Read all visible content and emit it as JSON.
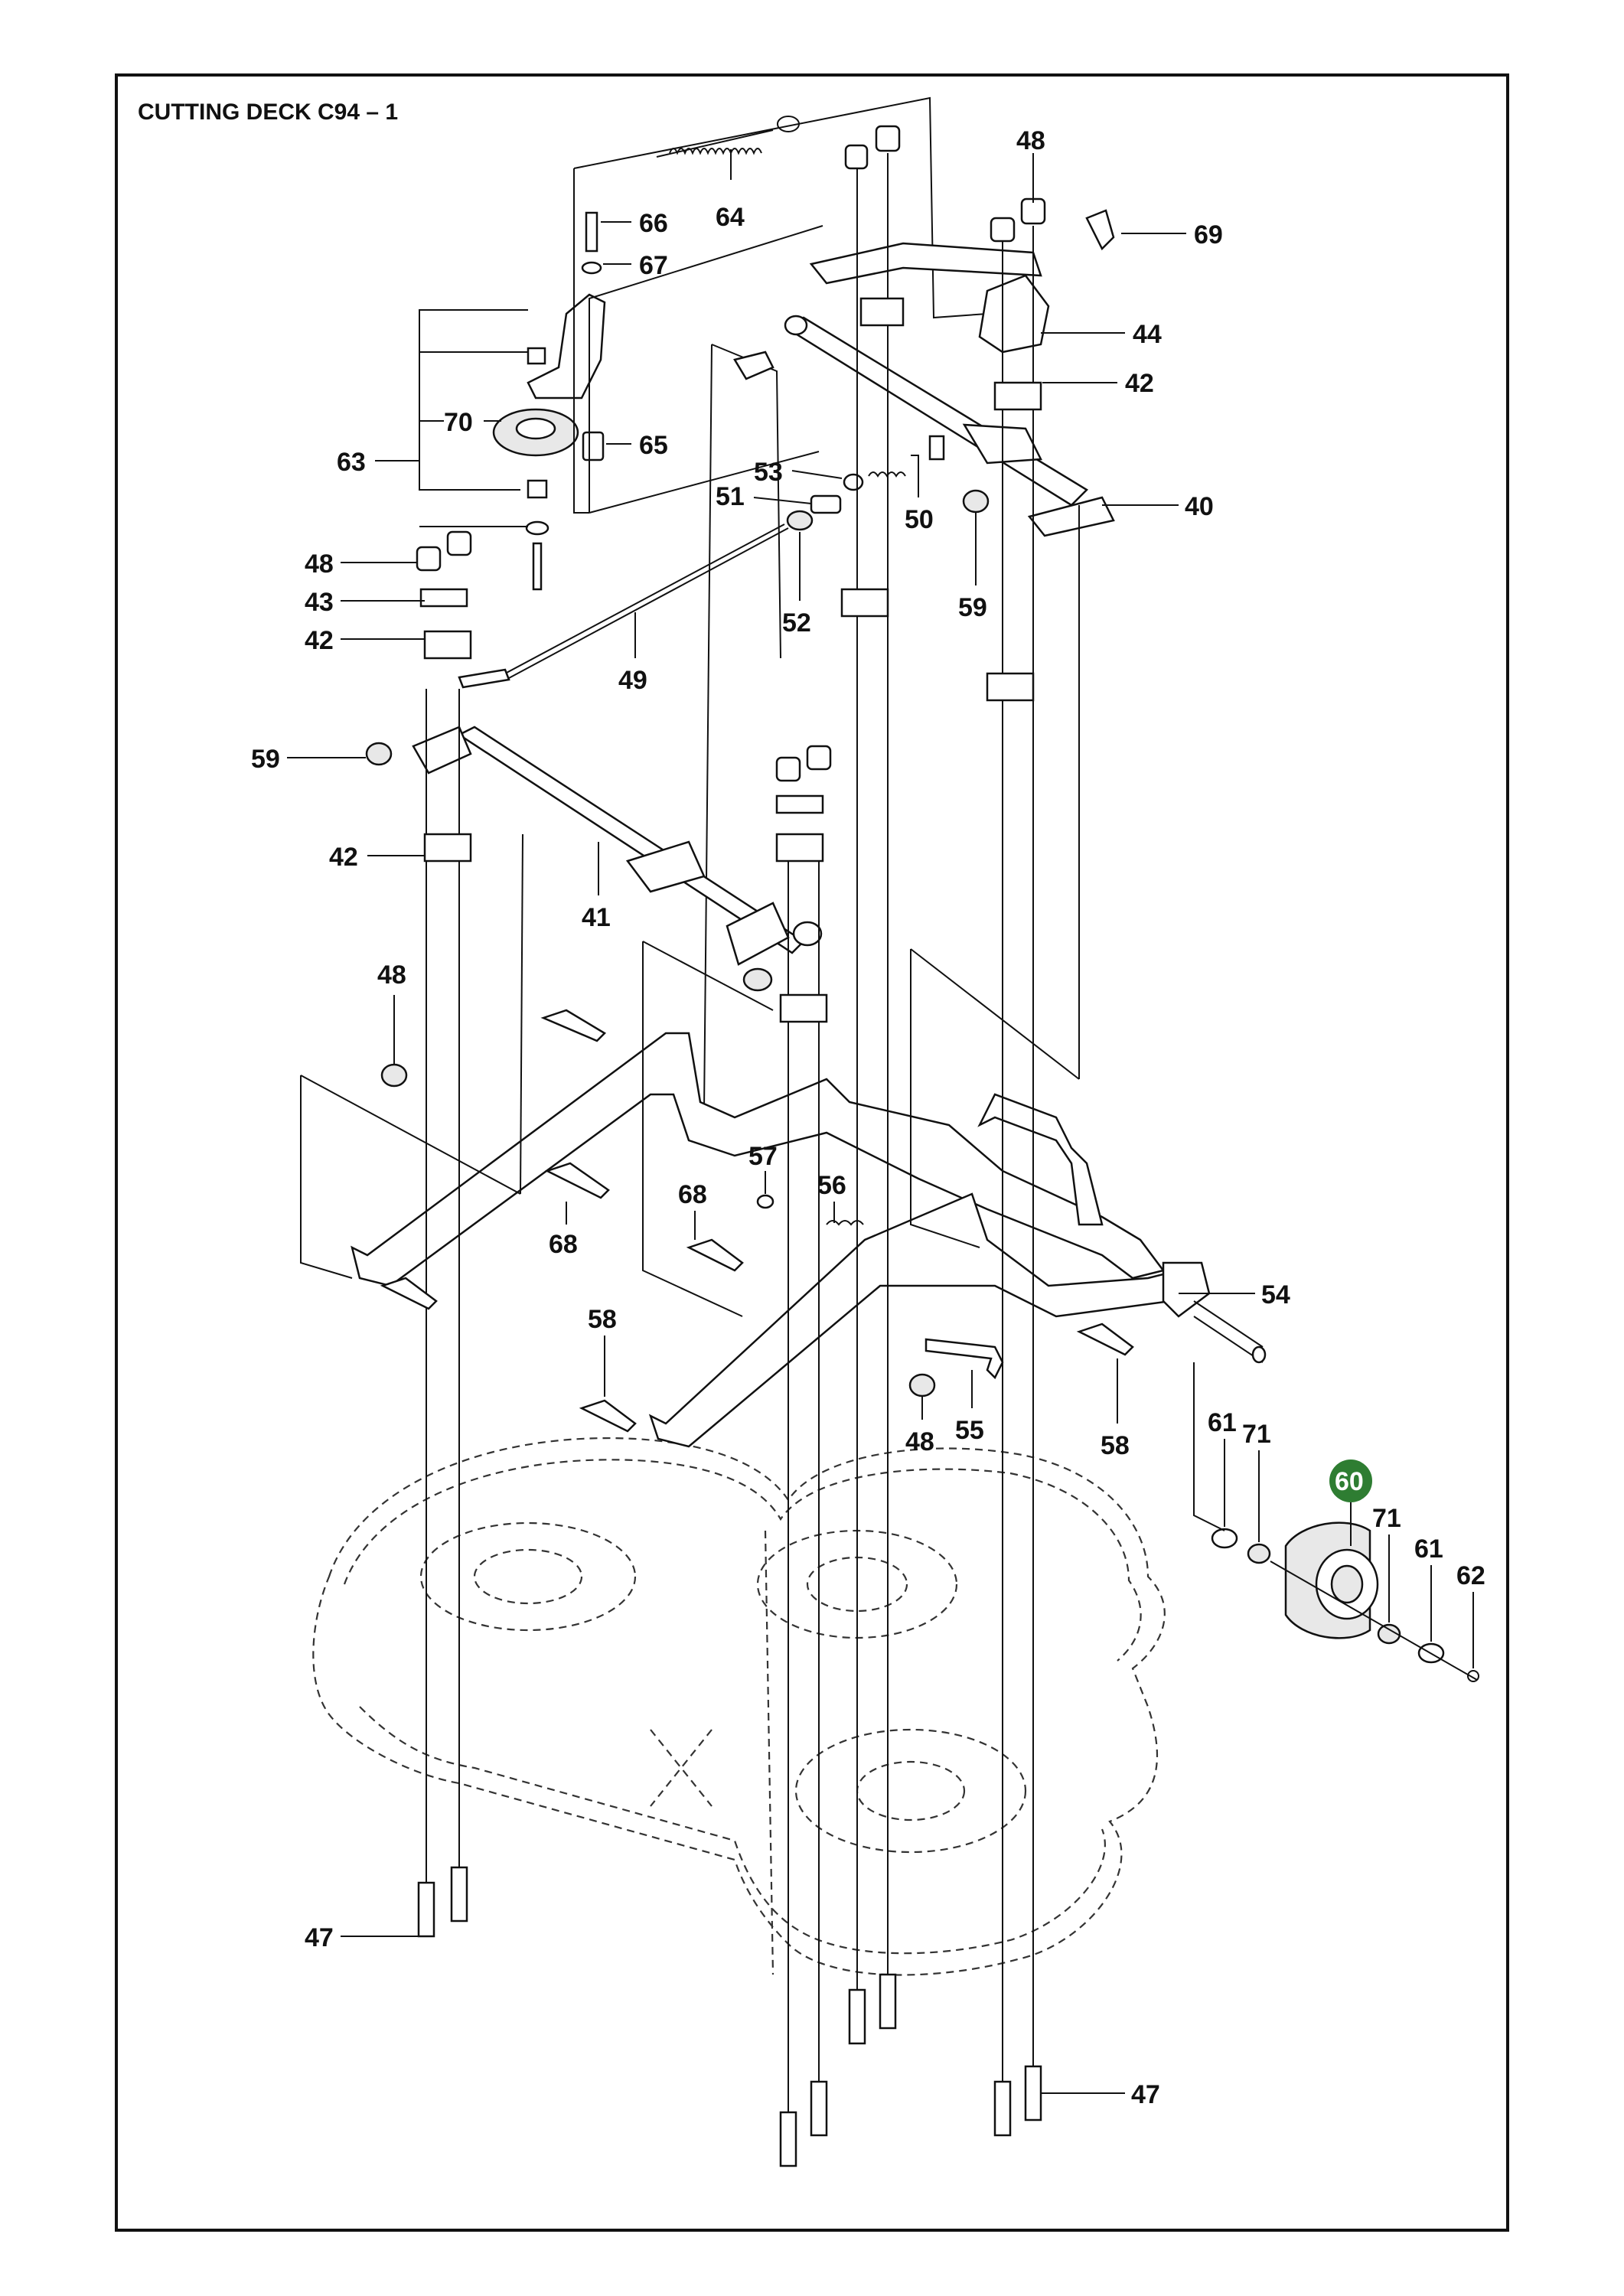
{
  "title": "CUTTING DECK C94 – 1",
  "highlight_color": "#2e7d32",
  "labels": {
    "l64": "64",
    "l66": "66",
    "l67": "67",
    "l48a": "48",
    "l69": "69",
    "l44": "44",
    "l42a": "42",
    "l70": "70",
    "l65": "65",
    "l63": "63",
    "l53": "53",
    "l51": "51",
    "l50": "50",
    "l40": "40",
    "l48b": "48",
    "l43": "43",
    "l42b": "42",
    "l52": "52",
    "l59a": "59",
    "l49": "49",
    "l59b": "59",
    "l42c": "42",
    "l41": "41",
    "l48c": "48",
    "l68a": "68",
    "l57": "57",
    "l56": "56",
    "l68b": "68",
    "l54": "54",
    "l58a": "58",
    "l55": "55",
    "l48d": "48",
    "l58b": "58",
    "l61a": "61",
    "l71a": "71",
    "l60": "60",
    "l71b": "71",
    "l61b": "61",
    "l62": "62",
    "l47a": "47",
    "l47b": "47"
  }
}
